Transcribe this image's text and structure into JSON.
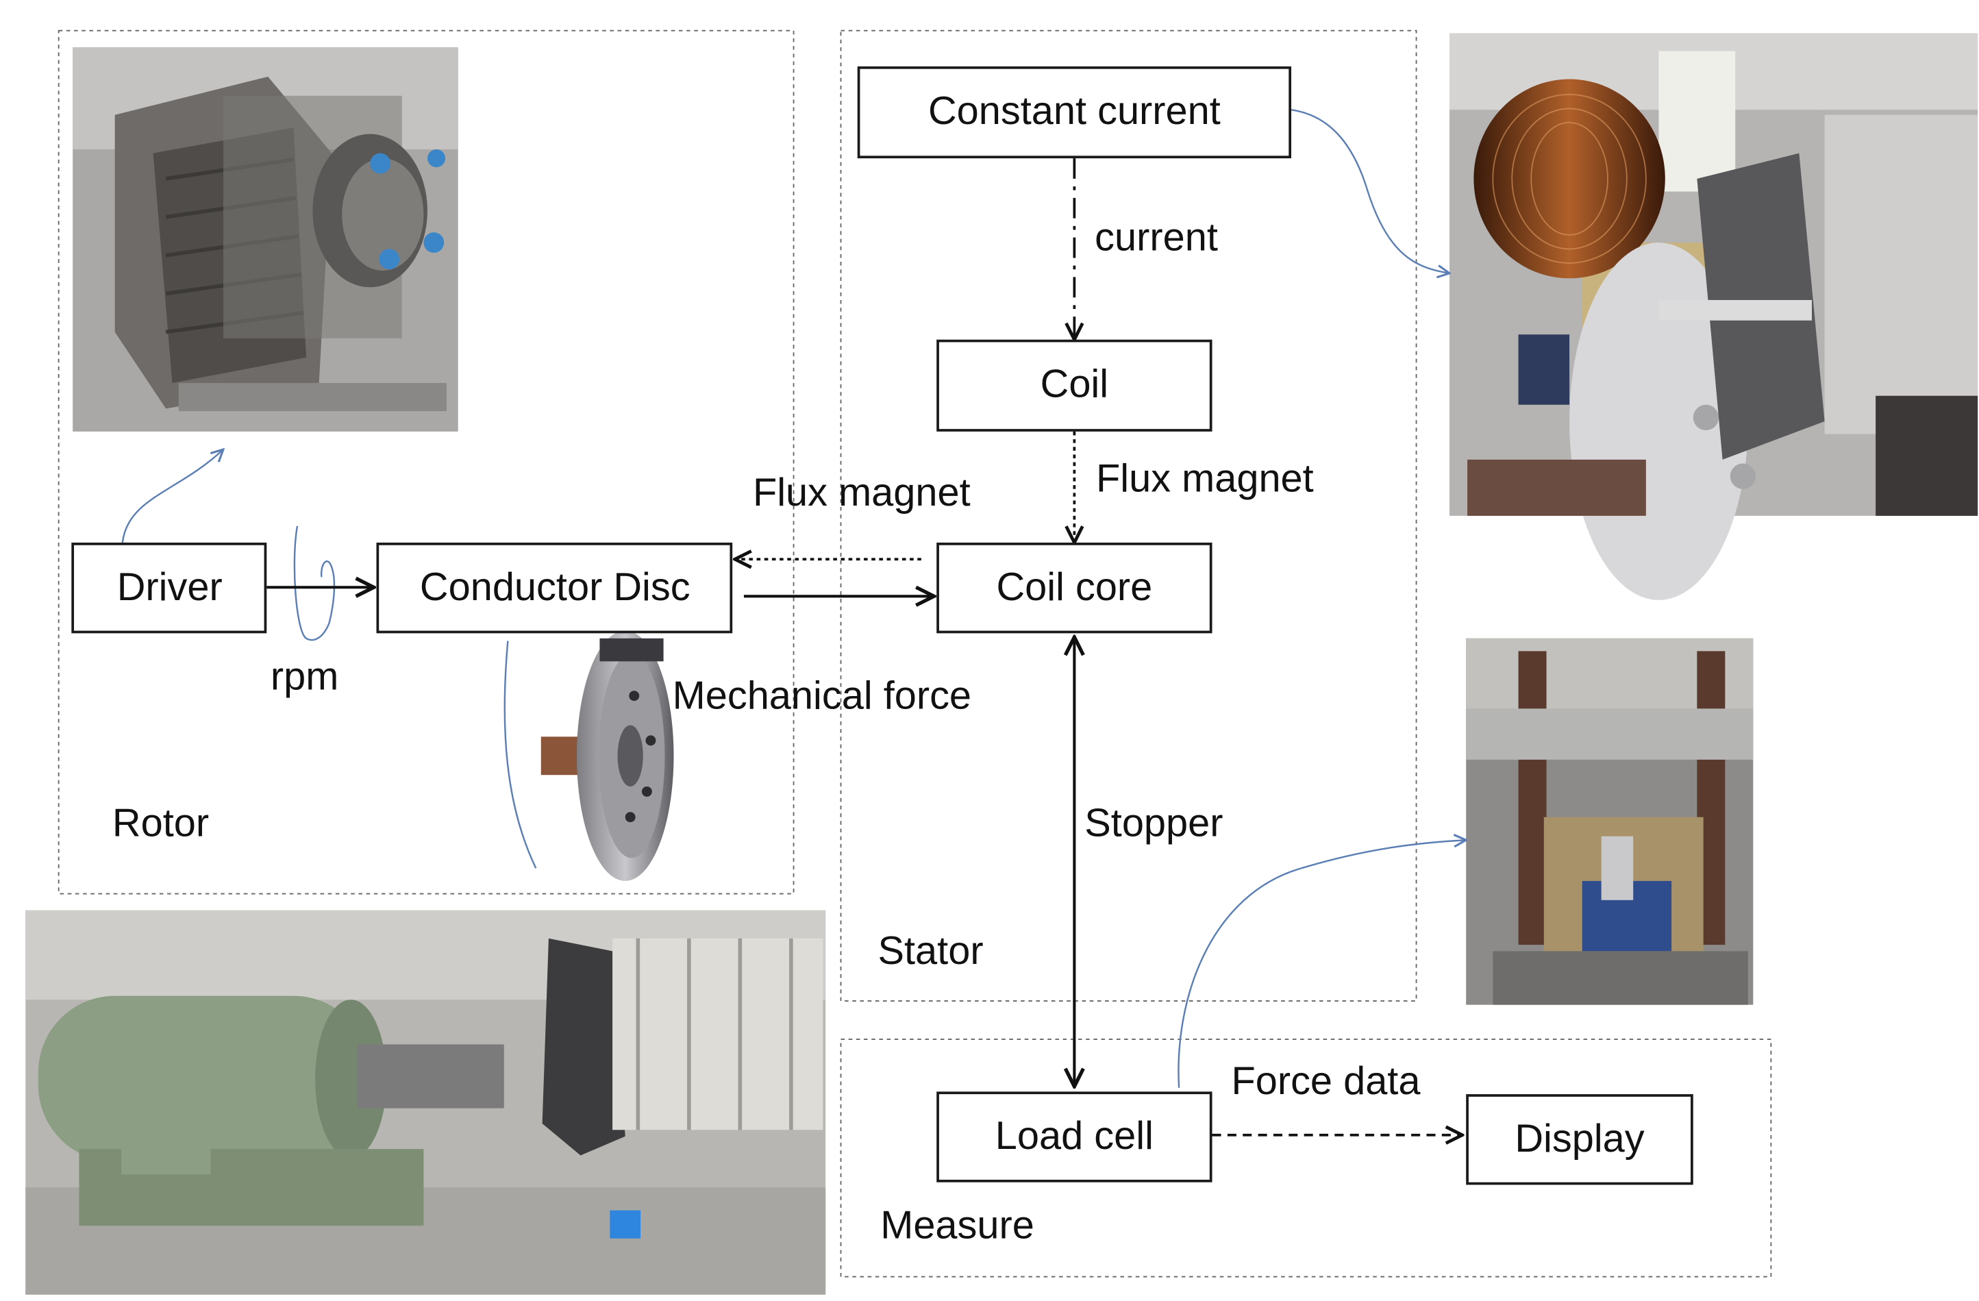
{
  "groups": {
    "rotor": "Rotor",
    "stator": "Stator",
    "measure": "Measure"
  },
  "nodes": {
    "driver": "Driver",
    "conductor_disc": "Conductor Disc",
    "constant_current": "Constant current",
    "coil": "Coil",
    "coil_core": "Coil core",
    "load_cell": "Load cell",
    "display": "Display"
  },
  "edges": {
    "current": "current",
    "flux_magnet_vertical": "Flux magnet",
    "flux_magnet_horizontal": "Flux magnet",
    "rpm": "rpm",
    "mechanical_force": "Mechanical force",
    "stopper": "Stopper",
    "force_data": "Force data"
  },
  "photos": [
    "driver-motor-photo",
    "coil-assembly-photo",
    "conductor-disc-photo",
    "load-cell-photo",
    "rig-overview-photo"
  ],
  "colors": {
    "box_stroke": "#1a1a1a",
    "group_stroke": "#666666",
    "callout_curve": "#5b7fb5",
    "copper": "#8a4a22"
  }
}
